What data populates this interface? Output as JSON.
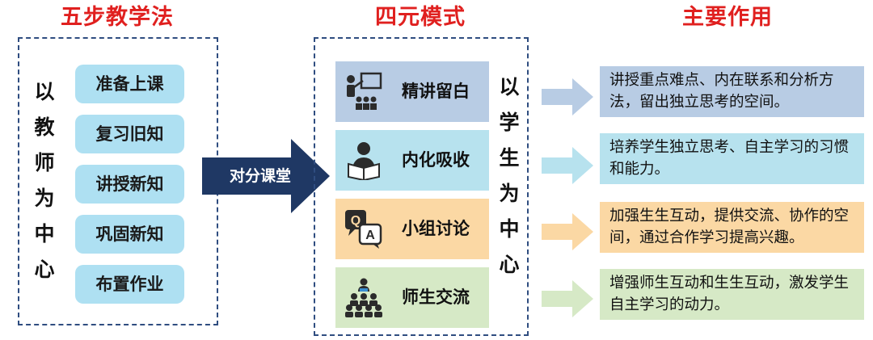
{
  "headings": {
    "steps": "五步教学法",
    "modes": "四元模式",
    "effects": "主要作用"
  },
  "left_vertical": [
    "以",
    "教",
    "师",
    "为",
    "中",
    "心"
  ],
  "steps": [
    "准备上课",
    "复习旧知",
    "讲授新知",
    "巩固新知",
    "布置作业"
  ],
  "arrow_label": "对分课堂",
  "right_vertical": [
    "以",
    "学",
    "生",
    "为",
    "中",
    "心"
  ],
  "modes": [
    {
      "label": "精讲留白",
      "icon": "lecture-icon",
      "color": "#b8cce4"
    },
    {
      "label": "内化吸收",
      "icon": "reading-icon",
      "color": "#b7e2ee"
    },
    {
      "label": "小组讨论",
      "icon": "qa-icon",
      "color": "#fbd8a4"
    },
    {
      "label": "师生交流",
      "icon": "audience-icon",
      "color": "#d6e9c6"
    }
  ],
  "effects": [
    {
      "text": "讲授重点难点、内在联系和分析方法，留出独立思考的空间。",
      "color": "#b8cce4"
    },
    {
      "text": "培养学生独立思考、自主学习的习惯和能力。",
      "color": "#b7e2ee"
    },
    {
      "text": "加强生生互动，提供交流、协作的空间，通过合作学习提高兴趣。",
      "color": "#fbd8a4"
    },
    {
      "text": "增强师生互动和生生互动，激发学生自主学习的动力。",
      "color": "#d6e9c6"
    }
  ],
  "colors": {
    "heading": "#e0201f",
    "dashed_border": "#2f4d80",
    "step_box": "#aee0f2",
    "big_arrow": "#1f3864",
    "icon": "#2b2b2b"
  }
}
